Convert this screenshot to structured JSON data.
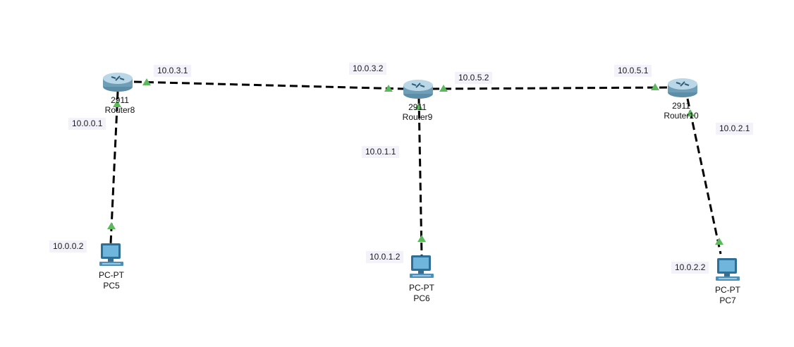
{
  "colors": {
    "link": "#000000",
    "link_up_arrow": "#5cb85c",
    "router_body": "#6f9fb8",
    "router_top": "#b9d7e6",
    "pc_screen": "#4a90b8",
    "label_bg": "#f3f2fb"
  },
  "devices": {
    "router8": {
      "model": "2911",
      "name": "Router8",
      "icon": "router-icon"
    },
    "router9": {
      "model": "2911",
      "name": "Router9",
      "icon": "router-icon"
    },
    "router10": {
      "model": "2911",
      "name": "Router10",
      "icon": "router-icon"
    },
    "pc5": {
      "model": "PC-PT",
      "name": "PC5",
      "icon": "pc-icon"
    },
    "pc6": {
      "model": "PC-PT",
      "name": "PC6",
      "icon": "pc-icon"
    },
    "pc7": {
      "model": "PC-PT",
      "name": "PC7",
      "icon": "pc-icon"
    }
  },
  "ip_labels": {
    "r8_to_r9": "10.0.3.1",
    "r9_to_r8": "10.0.3.2",
    "r9_to_r10": "10.0.5.2",
    "r10_to_r9": "10.0.5.1",
    "r8_to_pc5": "10.0.0.1",
    "pc5": "10.0.0.2",
    "r9_to_pc6": "10.0.1.1",
    "pc6": "10.0.1.2",
    "r10_to_pc7": "10.0.2.1",
    "pc7": "10.0.2.2"
  }
}
